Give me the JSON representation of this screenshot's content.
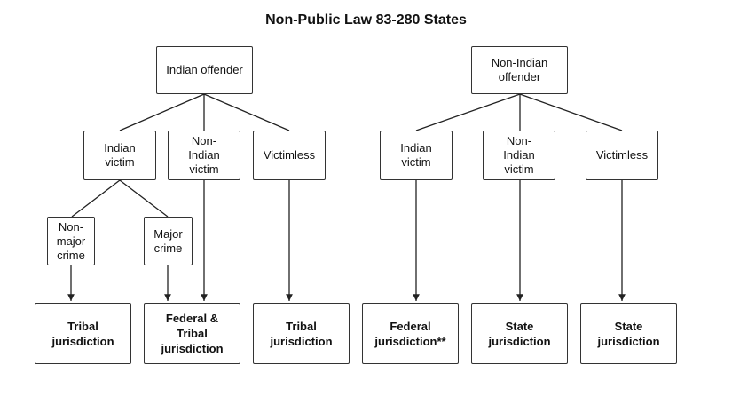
{
  "title": "Non-Public Law 83-280 States",
  "left": {
    "root": "Indian offender",
    "children": [
      "Indian\nvictim",
      "Non-\nIndian\nvictim",
      "Victimless"
    ],
    "sub": [
      "Non-\nmajor\ncrime",
      "Major\ncrime"
    ],
    "results": [
      "Tribal\njurisdiction",
      "Federal &\nTribal\njurisdiction",
      "Tribal\njurisdiction"
    ]
  },
  "right": {
    "root": "Non-Indian\noffender",
    "children": [
      "Indian\nvictim",
      "Non-\nIndian\nvictim",
      "Victimless"
    ],
    "results": [
      "Federal\njurisdiction**",
      "State\njurisdiction",
      "State\njurisdiction"
    ]
  }
}
